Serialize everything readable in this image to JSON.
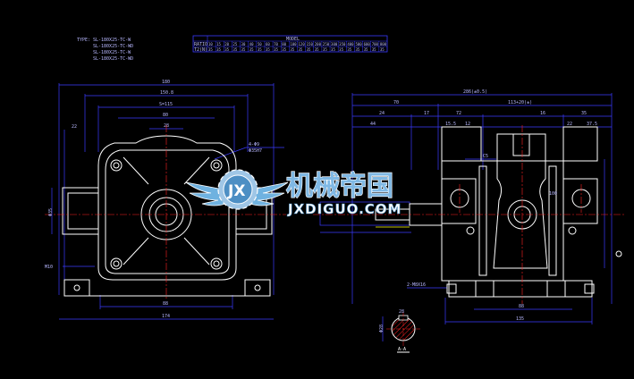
{
  "drawing": {
    "background": "#000000",
    "colors": {
      "outline": "#ffffff",
      "dimension": "#3a3aff",
      "centerline": "#ff2020",
      "hatch": "#ff2020",
      "text": "#b8b8ff",
      "accent": "#ffff00"
    },
    "type_legend": [
      "TYPE:",
      "SL-180X25-TC-W",
      "SL-180X25-TC-WD",
      "SL-180X25-TC-W",
      "SL-180X25-TC-WD"
    ],
    "spec_table": {
      "header": "MODEL",
      "row1_label": "RATIO",
      "row2_label": "T2(N)",
      "row1": [
        "10",
        "15",
        "20",
        "25",
        "30",
        "40",
        "50",
        "60",
        "70",
        "80",
        "100",
        "120",
        "150",
        "200",
        "250",
        "300",
        "350",
        "400",
        "500",
        "600",
        "700",
        "800"
      ],
      "row2": [
        "35",
        "35",
        "35",
        "35",
        "35",
        "35",
        "35",
        "35",
        "35",
        "35",
        "35",
        "35",
        "35",
        "35",
        "35",
        "35",
        "35",
        "35",
        "35",
        "35",
        "35",
        "35"
      ]
    },
    "front_dims": {
      "overall": "180",
      "top_1": "150.8",
      "top_2": "S=115",
      "top_3": "80",
      "top_4": "28",
      "left_side": "22",
      "flange_note_1": "4-Φ9",
      "flange_note_2": "Φ35H7",
      "shaft_dia": "Φ35",
      "left_note": "M10",
      "bottom_1": "88",
      "bottom_2": "174"
    },
    "side_dims": {
      "overall": "286(±0.5)",
      "top_1": "70",
      "top_2": "113+20(±)",
      "top_3": "35",
      "row_a": [
        "24",
        "17",
        "72",
        "16"
      ],
      "row_b": [
        "44",
        "15.5",
        "12",
        "22",
        "37.5"
      ],
      "right_side": "100",
      "chamfer_note": "2-M8X16",
      "keyway_note": "C5",
      "bottom_1": "88",
      "bottom_2": "135"
    },
    "section_label": "A-A",
    "section_dims": [
      "Φ28",
      "28"
    ],
    "watermark": {
      "cn": "机械帝国",
      "en": "JXDIGUO.COM",
      "logo_letters": "JX"
    }
  }
}
